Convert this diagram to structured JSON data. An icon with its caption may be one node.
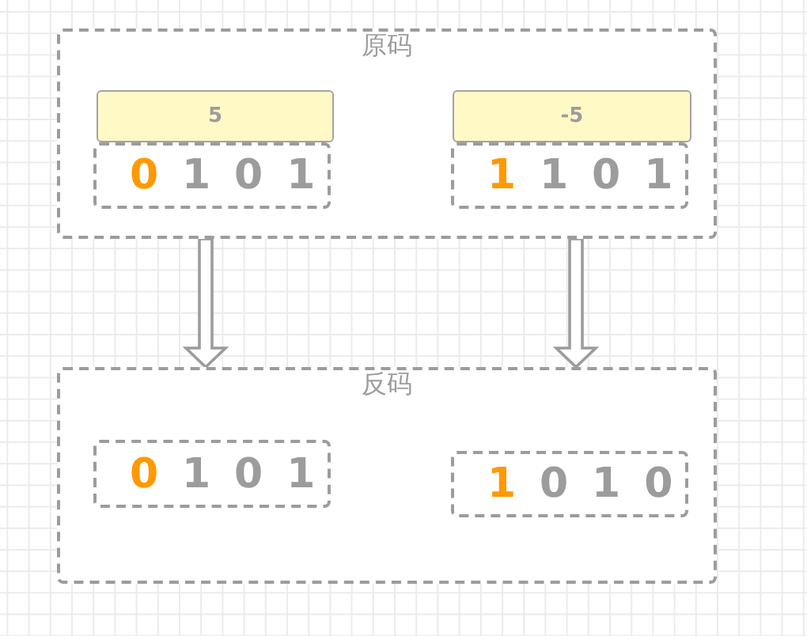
{
  "diagram": {
    "nodes": [
      {
        "text": [
          "原码"
        ]
      },
      {
        "text": [
          "5"
        ],
        "in": 0
      },
      {
        "text": [
          "0",
          "1 0 1"
        ],
        "in": 0
      },
      {
        "text": [
          "-5"
        ],
        "in": 0
      },
      {
        "text": [
          "1",
          "1 0 1"
        ],
        "in": 0
      },
      {
        "text": [
          "反码"
        ]
      },
      {
        "text": [
          "0",
          "1 0 1"
        ],
        "in": 5
      },
      {
        "text": [
          "1",
          "0 1 0"
        ],
        "in": 5
      }
    ],
    "edges": [
      {
        "from": 0,
        "to": 5,
        "arrow": "to"
      },
      {
        "from": 0,
        "to": 5,
        "arrow": "to"
      }
    ]
  }
}
